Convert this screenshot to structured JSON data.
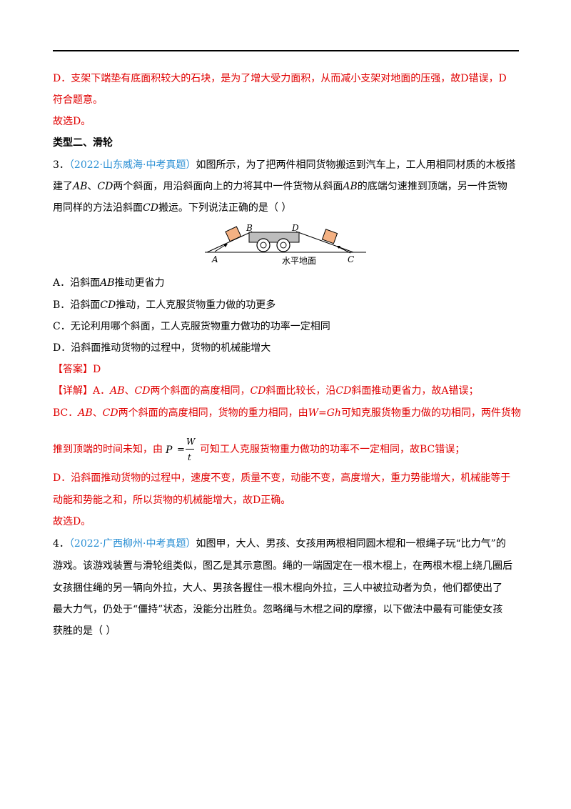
{
  "prev": {
    "d_text_1": "D．支架下端垫有底面积较大的石块，是为了增大受力面积，从而减小支架对地面的压强，故D错误，D",
    "d_text_2": "符合题意。",
    "choose": "故选D。"
  },
  "section_title": "类型二、滑轮",
  "q3": {
    "number": "3．",
    "source": "（2022·山东威海·中考真题）",
    "stem_1": "如图所示，为了把两件相同货物搬运到汽车上，工人用相同材质的木板搭",
    "stem_2a": "建了",
    "ab": "AB",
    "sep": "、",
    "cd": "CD",
    "stem_2b": "两个斜面，用沿斜面向上的力将其中一件货物从斜面",
    "stem_2c": "的底端匀速推到顶端，另一件货物",
    "stem_3a": "用同样的方法沿斜面",
    "stem_3b": "搬运。下列说法正确的是（      ）",
    "figure": {
      "label_a": "A",
      "label_b": "B",
      "label_c": "C",
      "label_d": "D",
      "ground": "水平地面"
    },
    "options": {
      "a_pre": "A．沿斜面",
      "a_post": "推动更省力",
      "b_pre": "B．沿斜面",
      "b_post": "推动，工人克服货物重力做的功更多",
      "c": "C．无论利用哪个斜面，工人克服货物重力做功的功率一定相同",
      "d": "D．沿斜面推动货物的过程中，货物的机械能增大"
    },
    "answer": "【答案】D",
    "explain": {
      "head": "【详解】A．",
      "l1a": "两个斜面的高度相同，",
      "l1b": "斜面比较长，沿",
      "l1c": "斜面推动更省力，故A错误；",
      "l2a": "BC．",
      "l2b": "两个斜面的高度相同，货物的重力相同，由",
      "w_eq": "W=Gh",
      "l2c": "可知克服货物重力做的功相同，两件货物",
      "l3a": "推到顶端的时间未知，由",
      "f_p": "P",
      "f_eq": "=",
      "f_w": "W",
      "f_t": "t",
      "l3b": "可知工人克服货物重力做功的功率不一定相同，故BC错误；",
      "l4": "D．沿斜面推动货物的过程中，速度不变，质量不变，动能不变，高度增大，重力势能增大，机械能等于",
      "l5": "动能和势能之和，所以货物的机械能增大，故D正确。",
      "choose": "故选D。"
    }
  },
  "q4": {
    "number": "4．",
    "source": "（2022·广西柳州·中考真题）",
    "stem_1": "如图甲，大人、男孩、女孩用两根相同圆木棍和一根绳子玩“比力气”的",
    "stem_2": "游戏。该游戏装置与滑轮组类似，图乙是其示意图。绳的一端固定在一根木棍上，在两根木棍上绕几圈后",
    "stem_3": "女孩捆住绳的另一辆向外拉，大人、男孩各握住一根木棍向外拉，三人中被拉动者为负，他们都使出了",
    "stem_4": "最大力气，仍处于“僵持”状态，没能分出胜负。忽略绳与木棍之间的摩擦，以下做法中最有可能使女孩",
    "stem_5": "获胜的是（      ）"
  }
}
